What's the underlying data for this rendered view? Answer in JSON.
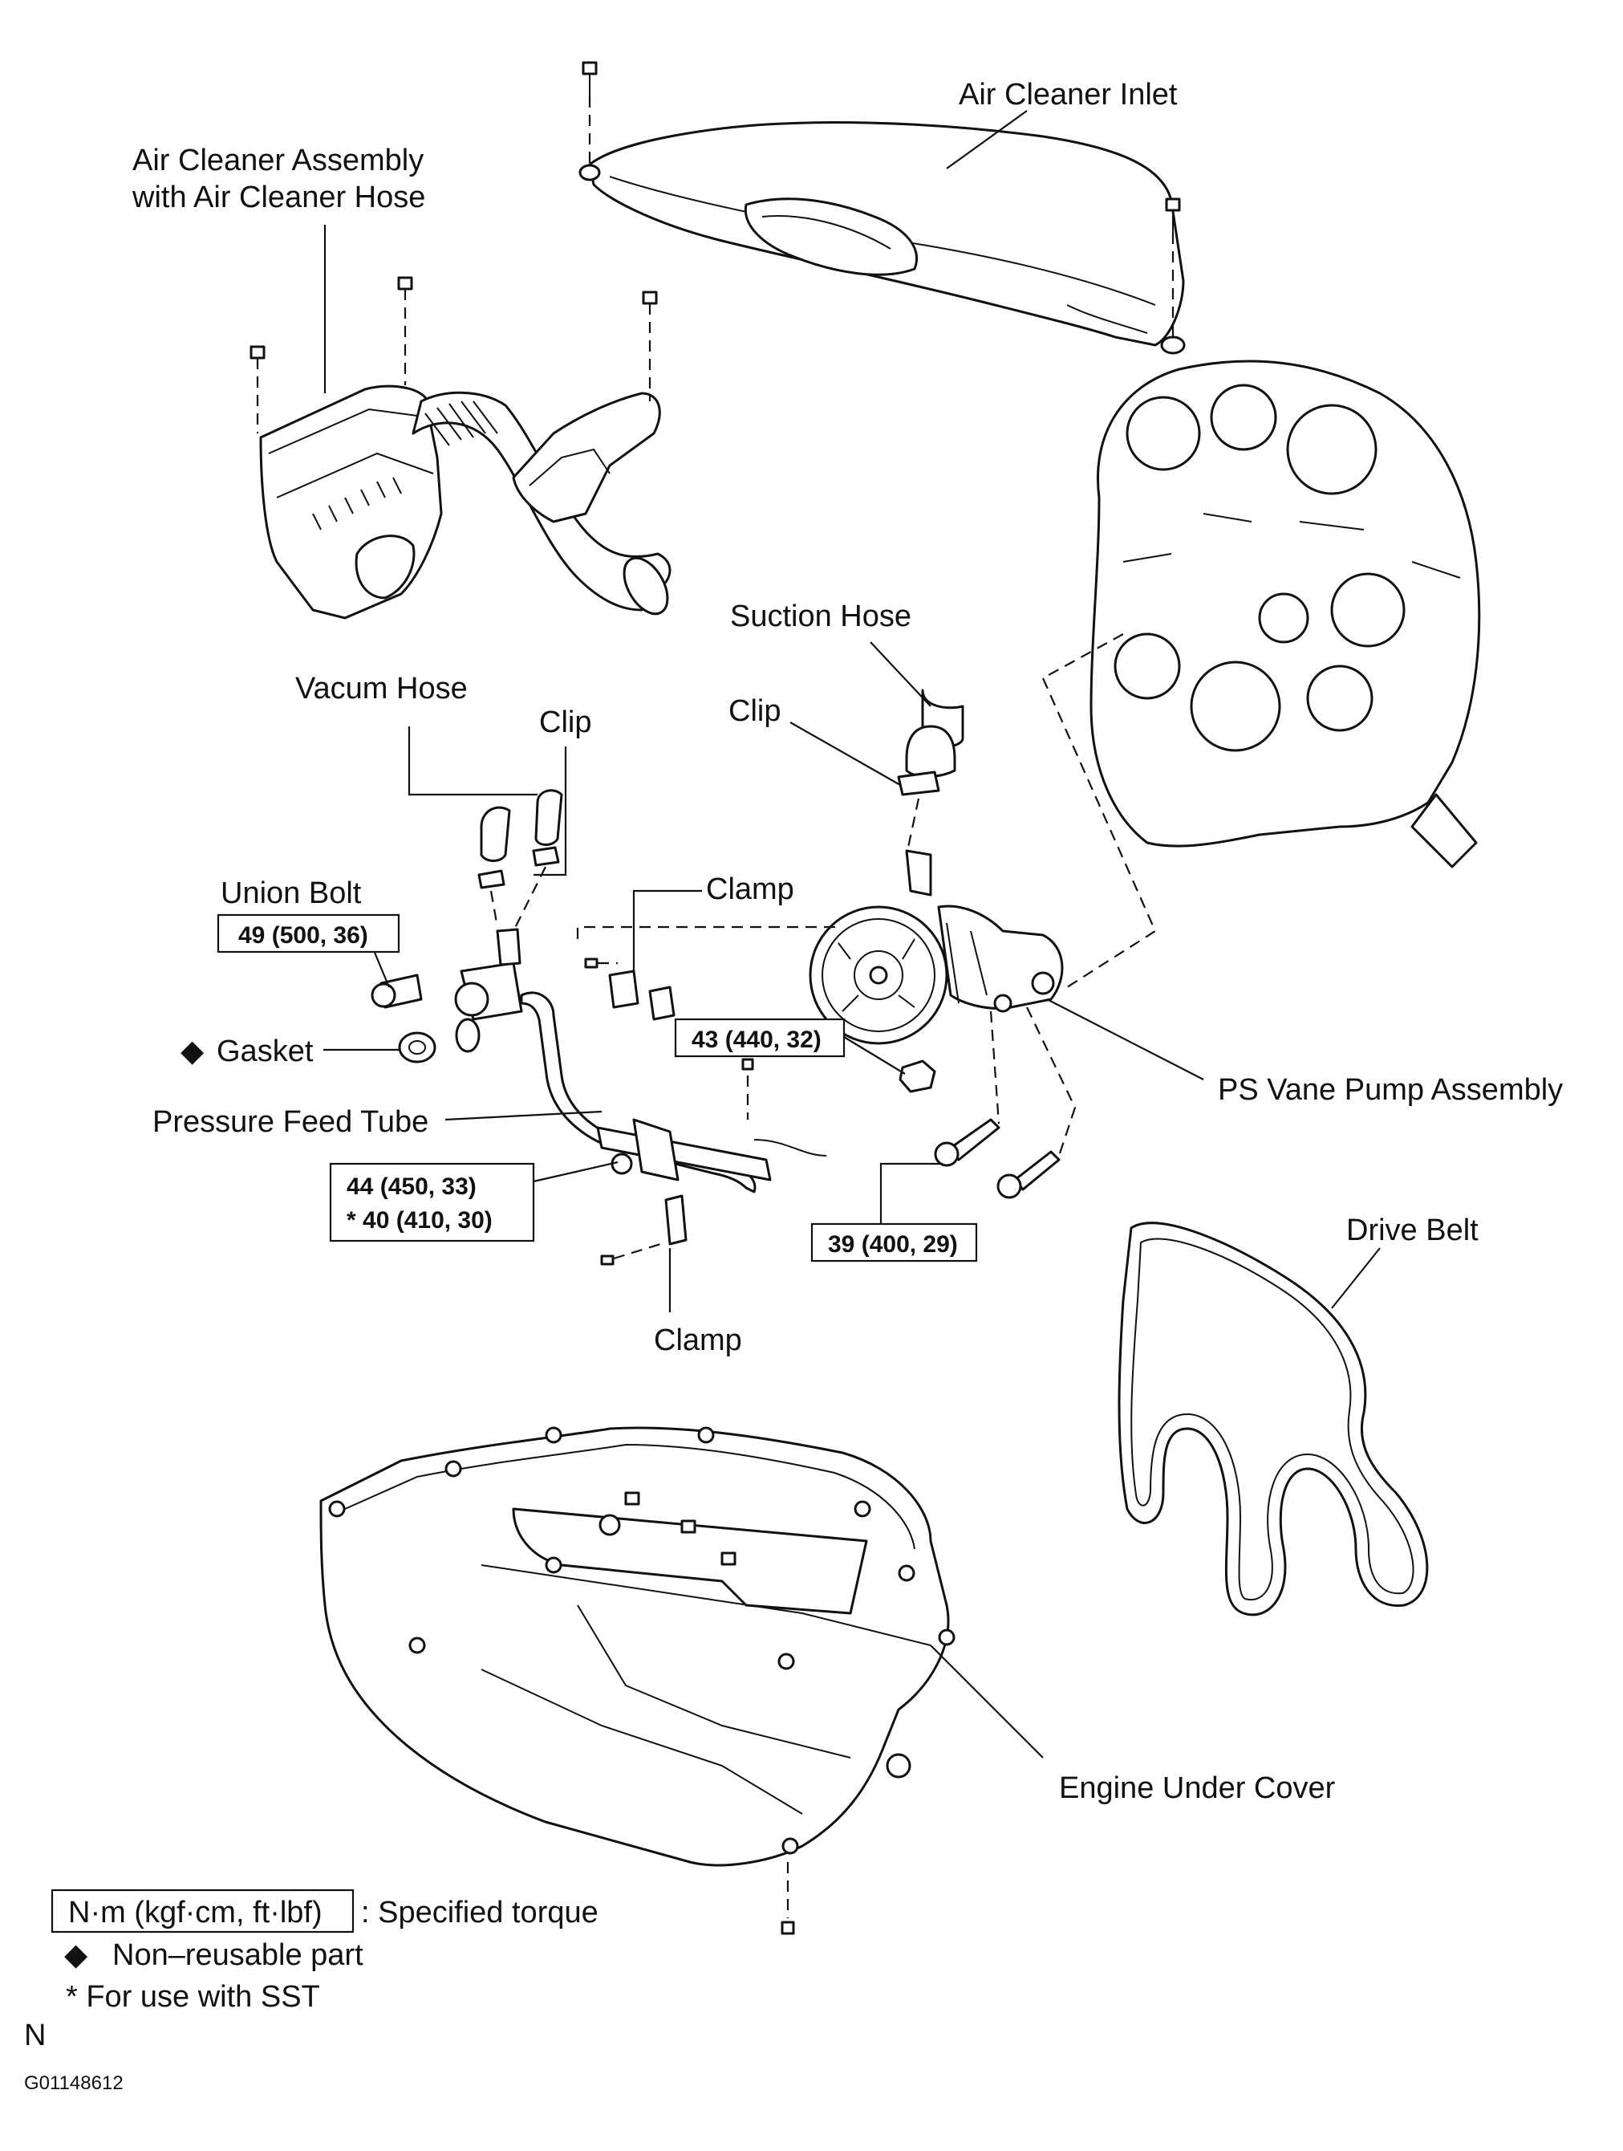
{
  "labels": {
    "air_cleaner_inlet": "Air Cleaner Inlet",
    "air_cleaner_assembly_1": "Air Cleaner Assembly",
    "air_cleaner_assembly_2": "with Air Cleaner Hose",
    "suction_hose": "Suction Hose",
    "vacum_hose": "Vacum Hose",
    "clip_vacuum": "Clip",
    "clip_suction": "Clip",
    "union_bolt": "Union Bolt",
    "clamp_upper": "Clamp",
    "gasket": "Gasket",
    "ps_vane_pump": "PS Vane Pump Assembly",
    "pressure_feed_tube": "Pressure Feed Tube",
    "drive_belt": "Drive Belt",
    "clamp_lower": "Clamp",
    "engine_under_cover": "Engine Under Cover"
  },
  "torques": {
    "union_bolt": "49 (500, 36)",
    "pump_nut": "43 (440, 32)",
    "feed_tube_1": "44 (450, 33)",
    "feed_tube_2": "* 40 (410, 30)",
    "pump_bolts": "39 (400, 29)"
  },
  "legend": {
    "torque_box": "N·m (kgf·cm, ft·lbf)",
    "torque_text": ": Specified torque",
    "non_reusable": "Non–reusable part",
    "sst": "* For use with SST",
    "diamond_symbol": "◆"
  },
  "footer": {
    "letter": "N",
    "figure_id": "G01148612"
  }
}
